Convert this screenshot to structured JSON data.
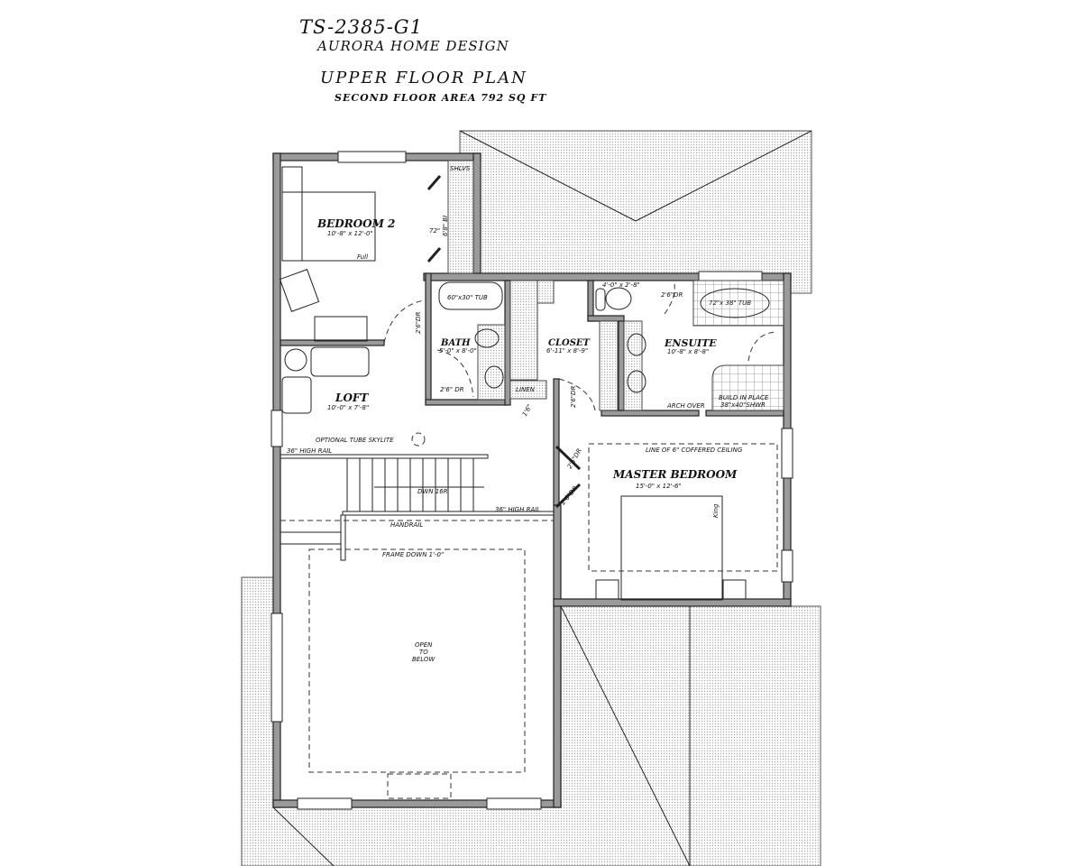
{
  "header": {
    "plan_code": "TS-2385-G1",
    "designer": "AURORA HOME DESIGN",
    "title": "UPPER FLOOR PLAN",
    "area": "SECOND FLOOR AREA   792 SQ FT"
  },
  "rooms": {
    "bedroom2": {
      "name": "BEDROOM 2",
      "dims": "10'-8\" x 12'-0\"",
      "bed": "Full"
    },
    "bath": {
      "name": "BATH",
      "dims": "5'-0\" x 8'-0\"",
      "tub": "60\"x30\" TUB"
    },
    "closet": {
      "name": "CLOSET",
      "dims": "6'-11\" x 8'-9\""
    },
    "ensuite": {
      "name": "ENSUITE",
      "dims": "10'-8\" x 8'-8\"",
      "wc": "4'-0\" x 2'-8\"",
      "tub": "72\"x 38\" TUB",
      "shower": "BUILD IN PLACE",
      "shower_size": "38\"x40\"SHWR",
      "arch": "ARCH OVER"
    },
    "loft": {
      "name": "LOFT",
      "dims": "10'-0\" x 7'-8\""
    },
    "master": {
      "name": "MASTER BEDROOM",
      "dims": "15'-0\" x 12'-6\"",
      "bed": "King",
      "ceiling": "LINE OF 6\" COFFERED CEILING"
    }
  },
  "notes": {
    "shelves": "SHLVS",
    "bifold": "72\"",
    "bifold_dr": "6'8\" BI",
    "linen": "LINEN",
    "door_2_6": "2'6\"DR",
    "door_2_6b": "2'6\" DR",
    "door_1_6": "1'6\"",
    "skylite": "OPTIONAL TUBE SKYLITE",
    "rail_36": "36\" HIGH RAIL",
    "rail_36b": "36\" HIGH RAIL",
    "stairs": "DWN 16R",
    "handrail": "HANDRAIL",
    "frame_down": "FRAME DOWN 1'-0\"",
    "open1": "OPEN",
    "open2": "TO",
    "open3": "BELOW"
  },
  "colors": {
    "wall": "#9a9a9a",
    "line": "#222222",
    "roof_hatch": "#bdbdbd"
  }
}
